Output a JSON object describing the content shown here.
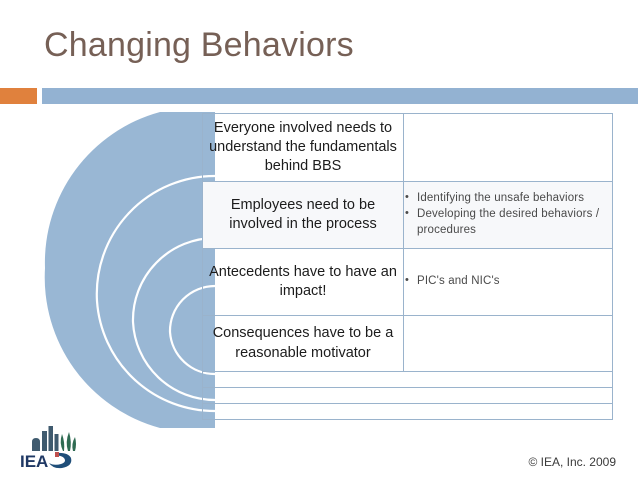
{
  "slide": {
    "title": "Changing Behaviors"
  },
  "theme": {
    "accent_orange": "#e0813d",
    "accent_blue": "#93b2d2",
    "title_color": "#766056",
    "table_border": "#9ab3cc",
    "arc_fill": "#99b7d4"
  },
  "table": {
    "rows": [
      {
        "heading": "Everyone involved needs to understand the fundamentals behind BBS",
        "bullets": []
      },
      {
        "heading": "Employees need to be involved in the process",
        "bullets": [
          "Identifying the unsafe behaviors",
          "Developing the desired behaviors / procedures"
        ]
      },
      {
        "heading": "Antecedents have to have an impact!",
        "bullets": [
          "PIC's and NIC's"
        ]
      },
      {
        "heading": "Consequences have to be a reasonable motivator",
        "bullets": []
      }
    ],
    "empty_row_count": 3
  },
  "footer": {
    "logo_text": "IEA",
    "copyright": "© IEA, Inc. 2009"
  }
}
